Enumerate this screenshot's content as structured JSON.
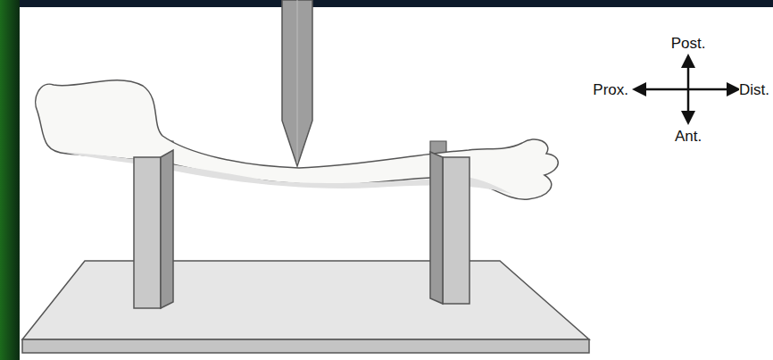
{
  "diagram": {
    "labels": [
      "Post.",
      "Prox.",
      "Dist.",
      "Ant."
    ]
  }
}
